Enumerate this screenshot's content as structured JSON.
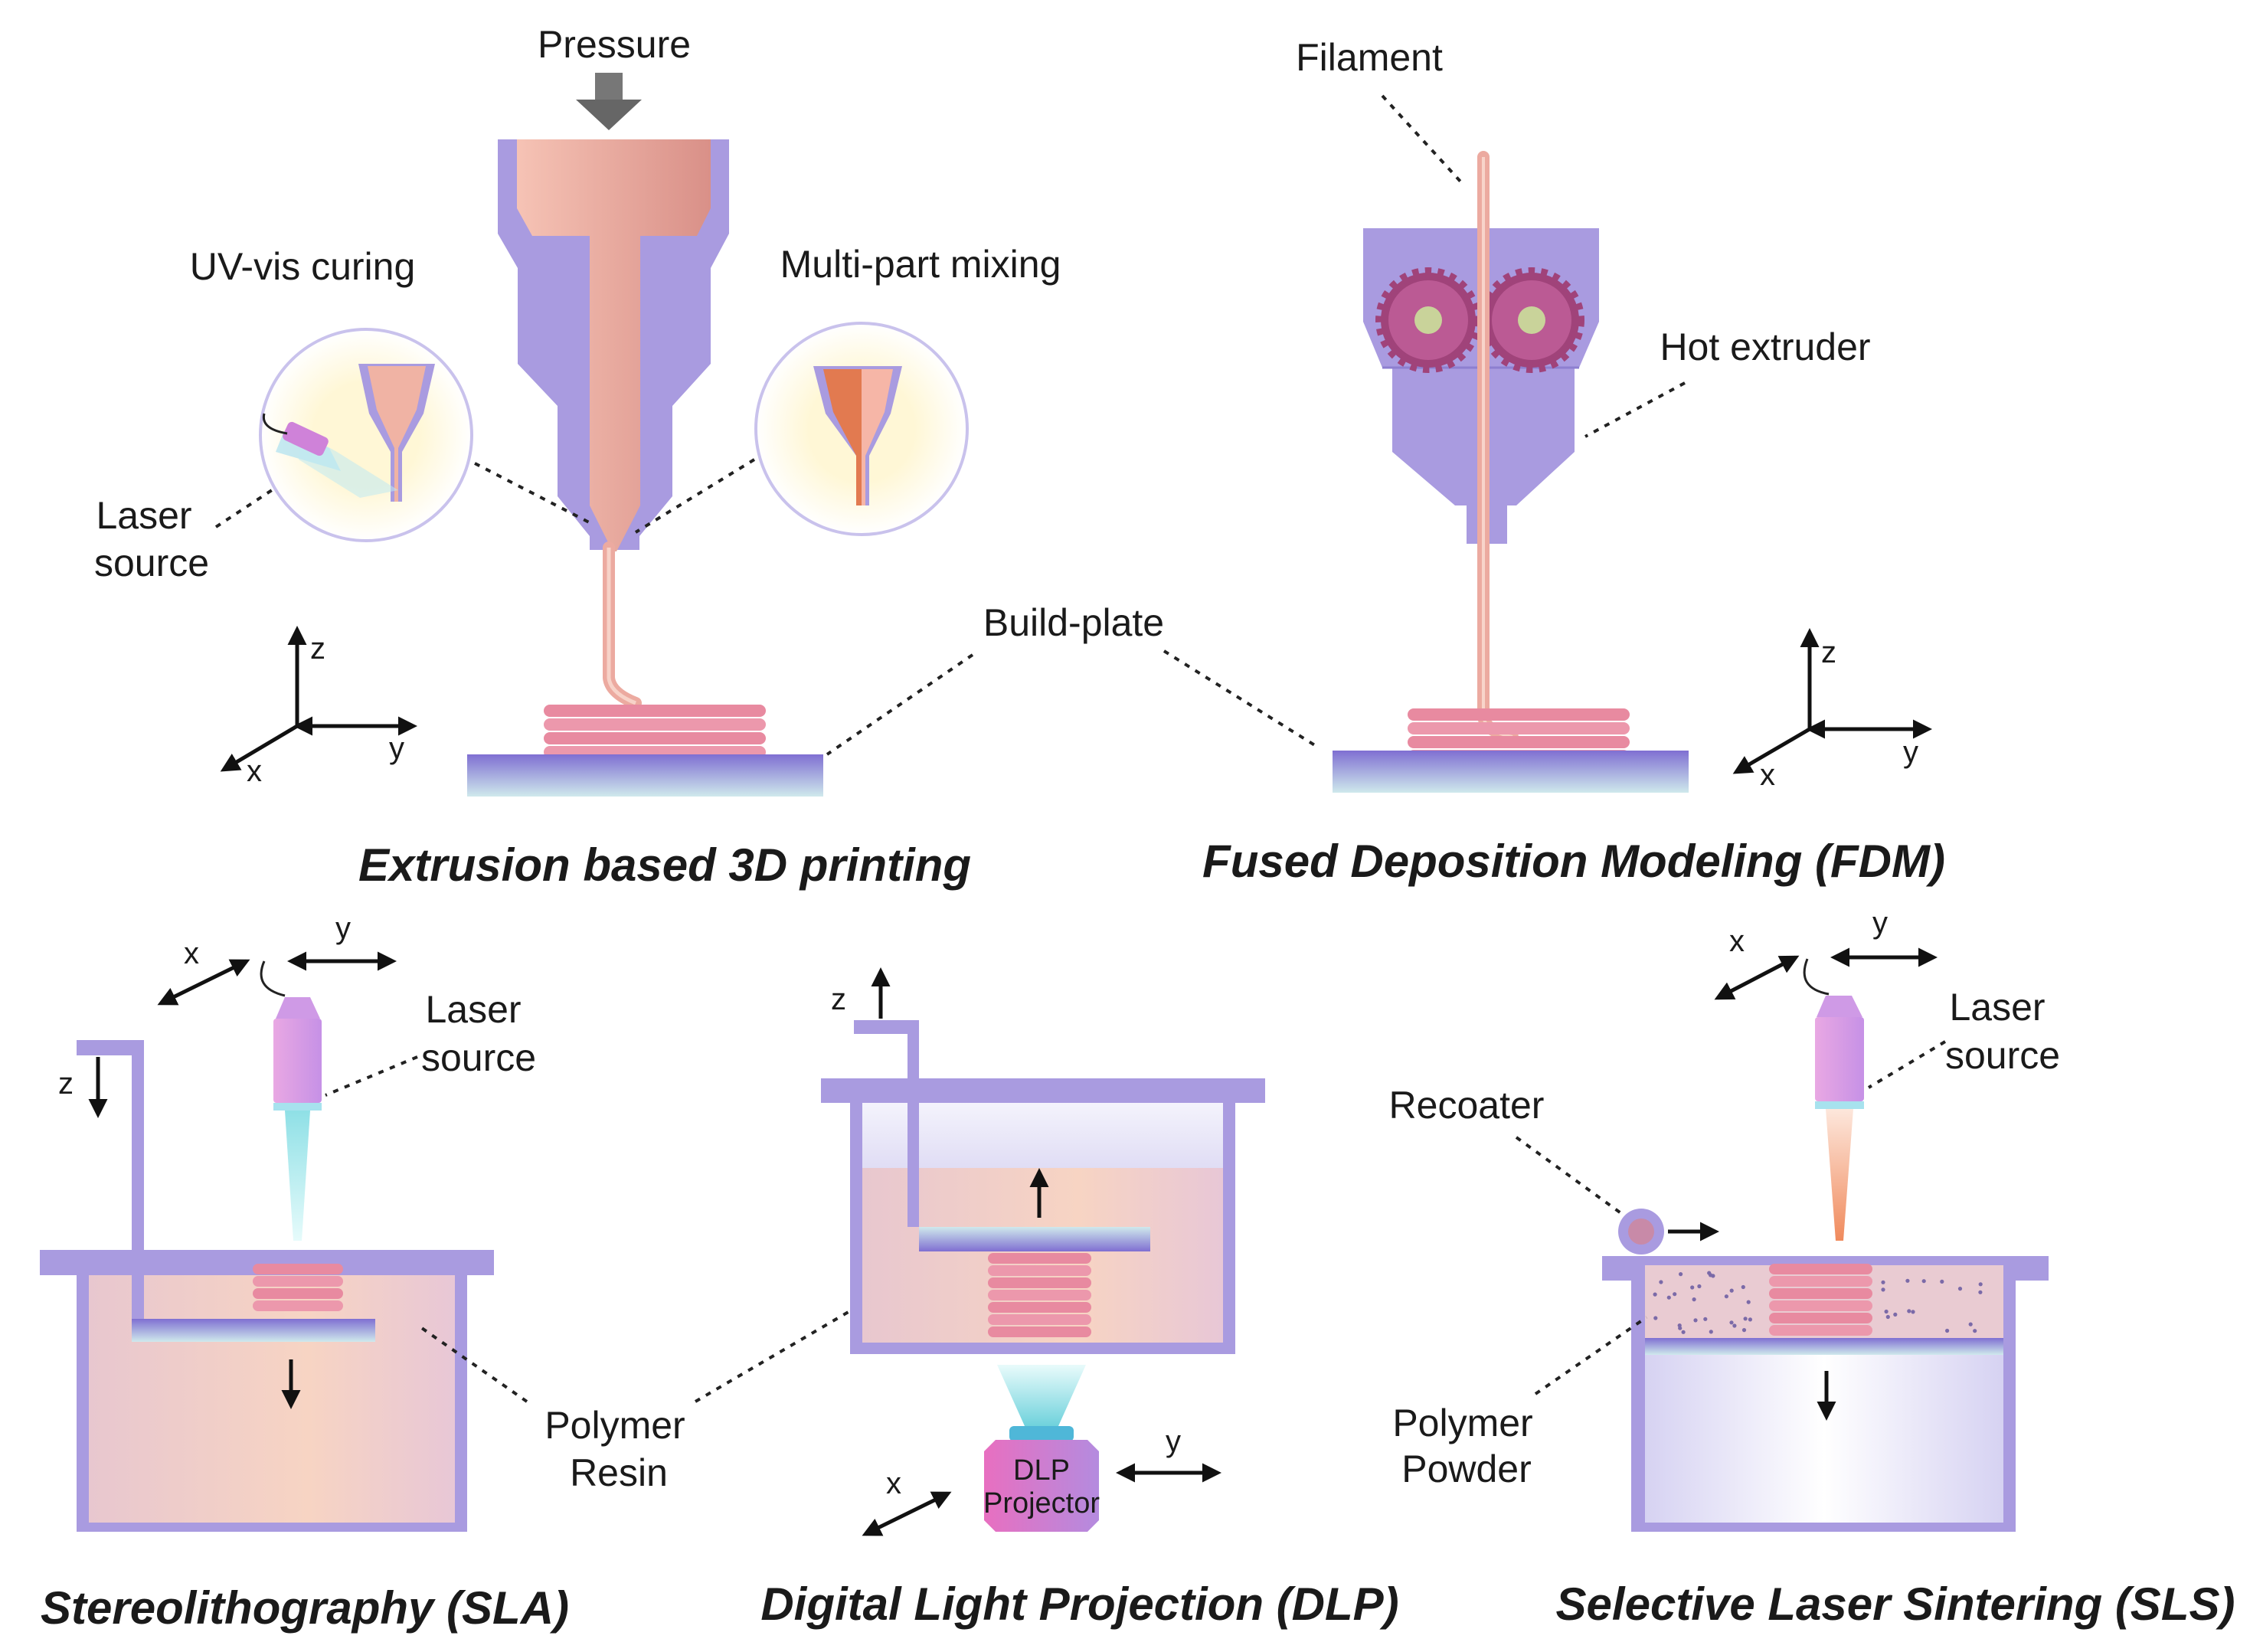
{
  "extrusion": {
    "title": "Extrusion based 3D printing",
    "pressure": "Pressure",
    "uv_curing": "UV-vis curing",
    "multi_part": "Multi-part mixing",
    "laser_line1": "Laser",
    "laser_line2": "source",
    "build_plate": "Build-plate",
    "axes": {
      "z": "z",
      "y": "y",
      "x": "x"
    }
  },
  "fdm": {
    "title": "Fused Deposition Modeling (FDM)",
    "filament": "Filament",
    "hot_extruder": "Hot extruder",
    "axes": {
      "z": "z",
      "y": "y",
      "x": "x"
    }
  },
  "sla": {
    "title": "Stereolithography (SLA)",
    "laser_line1": "Laser",
    "laser_line2": "source",
    "axes": {
      "z": "z",
      "y": "y",
      "x": "x"
    }
  },
  "shared": {
    "resin_line1": "Polymer",
    "resin_line2": "Resin"
  },
  "dlp": {
    "title": "Digital Light Projection (DLP)",
    "projector_line1": "DLP",
    "projector_line2": "Projector",
    "axes": {
      "z": "z",
      "y": "y",
      "x": "x"
    }
  },
  "sls": {
    "title": "Selective Laser Sintering (SLS)",
    "laser_line1": "Laser",
    "laser_line2": "source",
    "recoater": "Recoater",
    "powder_line1": "Polymer",
    "powder_line2": "Powder",
    "axes": {
      "y": "y",
      "x": "x"
    }
  },
  "colors": {
    "frame": "#a99be0",
    "nozzle": "#ecaaa0",
    "layers": "#e88aa0",
    "plate": "#8a7bd8",
    "resin": "#f4c9c0",
    "gear": "#a0437a"
  }
}
